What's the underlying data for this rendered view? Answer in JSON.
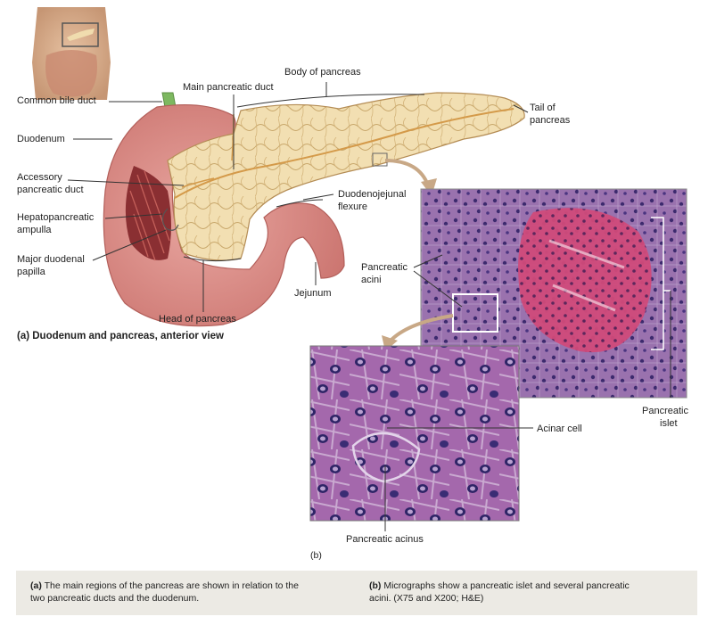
{
  "labels": {
    "common_bile_duct": "Common bile duct",
    "main_pancreatic_duct": "Main pancreatic duct",
    "body_of_pancreas": "Body of pancreas",
    "duodenum": "Duodenum",
    "tail_of_pancreas_1": "Tail of",
    "tail_of_pancreas_2": "pancreas",
    "accessory_duct_1": "Accessory",
    "accessory_duct_2": "pancreatic duct",
    "duodenojejunal_1": "Duodenojejunal",
    "duodenojejunal_2": "flexure",
    "hepatopancreatic_1": "Hepatopancreatic",
    "hepatopancreatic_2": "ampulla",
    "major_papilla_1": "Major duodenal",
    "major_papilla_2": "papilla",
    "pancreatic_acini_1": "Pancreatic",
    "pancreatic_acini_2": "acini",
    "jejunum": "Jejunum",
    "head_of_pancreas": "Head of pancreas",
    "part_a_title": "(a) Duodenum and pancreas, anterior view",
    "acinar_cell": "Acinar cell",
    "pancreatic_islet_1": "Pancreatic",
    "pancreatic_islet_2": "islet",
    "pancreatic_acinus": "Pancreatic acinus",
    "part_b_marker": "(b)"
  },
  "caption": {
    "a_marker": "(a)",
    "a_text_1": " The main regions of the pancreas are shown in relation to the",
    "a_text_2": "two pancreatic ducts and the duodenum.",
    "b_marker": "(b)",
    "b_text_1": " Micrographs show a pancreatic islet and several pancreatic",
    "b_text_2": "acini. (X75 and X200; H&E)"
  },
  "colors": {
    "pancreas": "#f0dcae",
    "duodenum": "#d98a86",
    "micrograph_low": "#9a6aa8",
    "islet": "#d04a7a",
    "micrograph_high": "#a86ab0",
    "caption_bg": "#eceae4"
  }
}
